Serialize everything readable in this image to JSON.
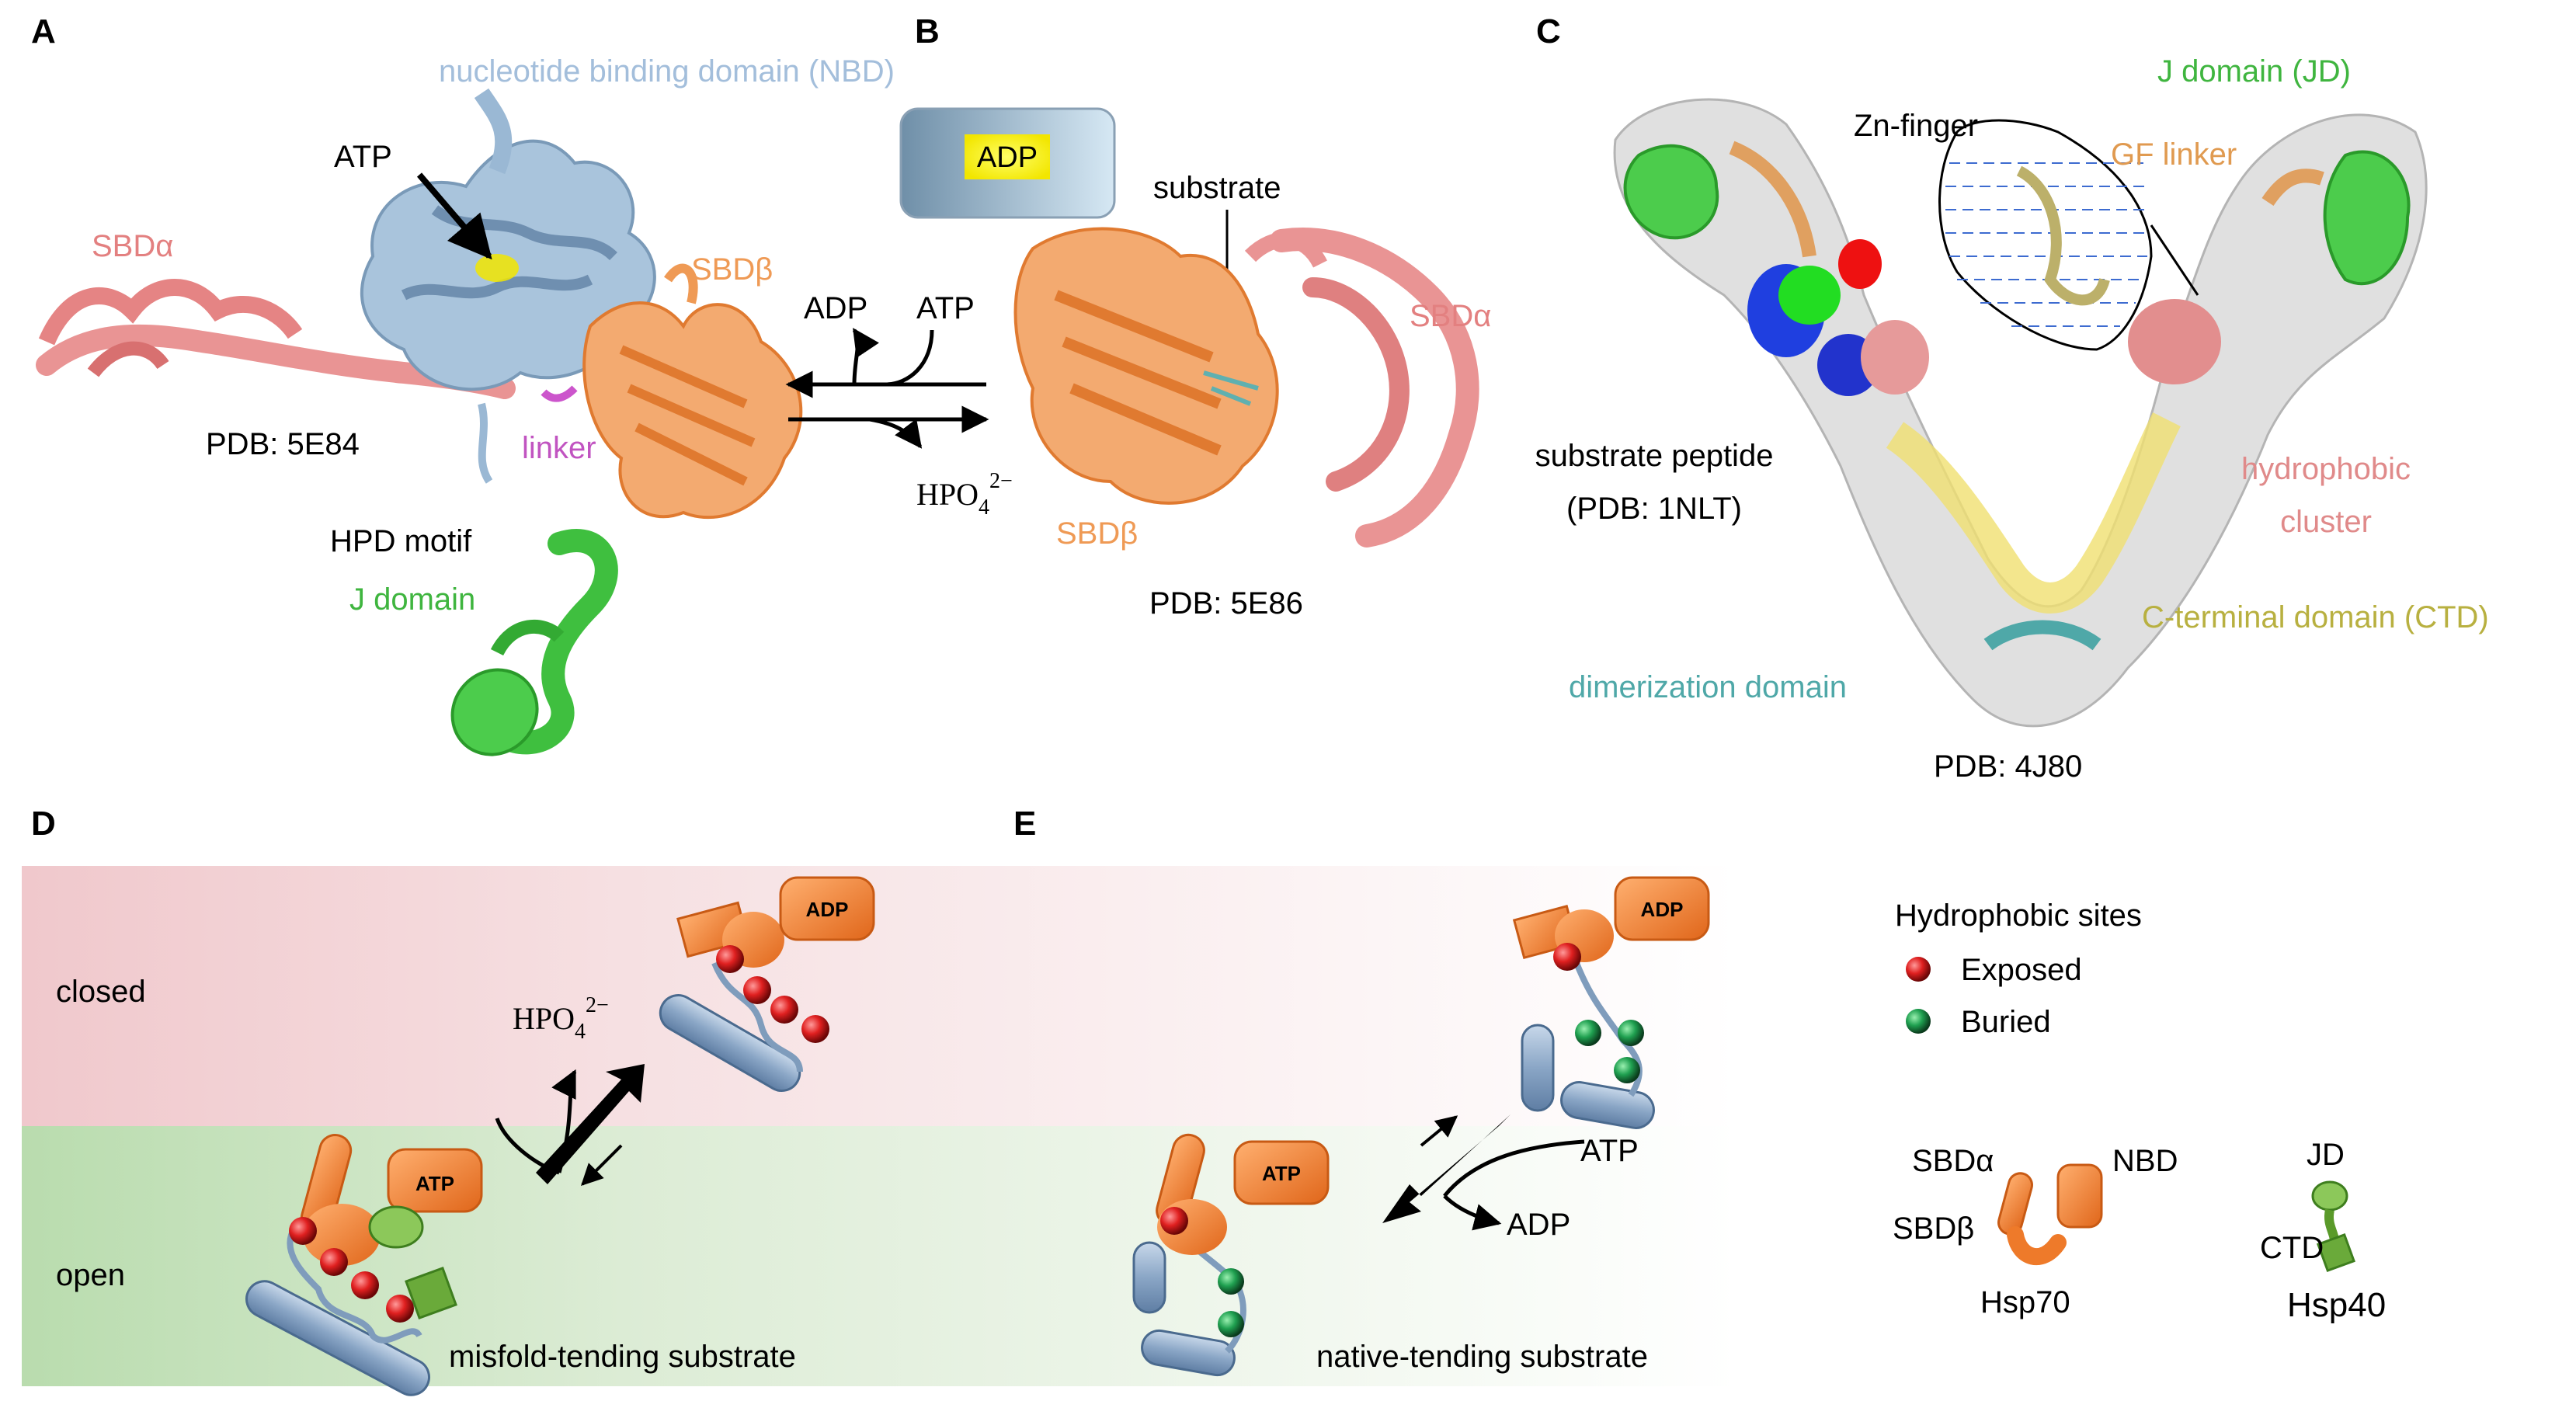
{
  "colors": {
    "nbd": "#a9c4dc",
    "sbd_alpha": "#e99494",
    "sbd_beta": "#ef9a55",
    "linker": "#cc55cc",
    "j_domain": "#3fbf3f",
    "gf_linker": "#e0a060",
    "ctd": "#b8b040",
    "dimerization": "#4fa8a8",
    "hydrophobic": "#e08a8a",
    "closed_band": "#f2d2d4",
    "open_band": "#cfe6c8",
    "hsp70_orange": "#ee7a2a",
    "hsp40_green": "#6aaa3a",
    "exposed_site": "#d62020",
    "buried_site": "#1f9a4a",
    "adp_yellow": "#ffee00"
  },
  "panels": {
    "A": {
      "letter": "A",
      "nbd_label": "nucleotide binding domain (NBD)",
      "atp_label": "ATP",
      "sbd_alpha_label": "SBDα",
      "sbd_beta_label": "SBDβ",
      "pdb_label": "PDB: 5E84",
      "linker_label": "linker",
      "hpd_label": "HPD motif",
      "j_domain_label": "J domain"
    },
    "B": {
      "letter": "B",
      "adp_box_label": "ADP",
      "substrate_label": "substrate",
      "adp_label": "ADP",
      "atp_label": "ATP",
      "phosphate_base": "HPO",
      "phosphate_sub": "4",
      "phosphate_sup": "2−",
      "sbd_alpha_label": "SBDα",
      "sbd_beta_label": "SBDβ",
      "pdb_label": "PDB: 5E86"
    },
    "C": {
      "letter": "C",
      "zn_finger_label": "Zn-finger",
      "jd_label": "J domain (JD)",
      "gf_linker_label": "GF linker",
      "substrate_line1": "substrate peptide",
      "substrate_line2": "(PDB: 1NLT)",
      "hydrophobic_line1": "hydrophobic",
      "hydrophobic_line2": "cluster",
      "ctd_label": "C-terminal domain (CTD)",
      "dimerization_label": "dimerization domain",
      "pdb_label": "PDB: 4J80"
    },
    "D": {
      "letter": "D",
      "closed_label": "closed",
      "open_label": "open",
      "phosphate_base": "HPO",
      "phosphate_sub": "4",
      "phosphate_sup": "2−",
      "atp_tag": "ATP",
      "adp_tag": "ADP",
      "substrate_label": "misfold-tending substrate"
    },
    "E": {
      "letter": "E",
      "atp_label": "ATP",
      "adp_label": "ADP",
      "atp_tag": "ATP",
      "adp_tag": "ADP",
      "substrate_label": "native-tending substrate"
    }
  },
  "legend": {
    "title": "Hydrophobic sites",
    "exposed": "Exposed",
    "buried": "Buried",
    "sbd_alpha": "SBDα",
    "sbd_beta": "SBDβ",
    "nbd": "NBD",
    "hsp70": "Hsp70",
    "jd": "JD",
    "ctd": "CTD",
    "hsp40": "Hsp40"
  }
}
